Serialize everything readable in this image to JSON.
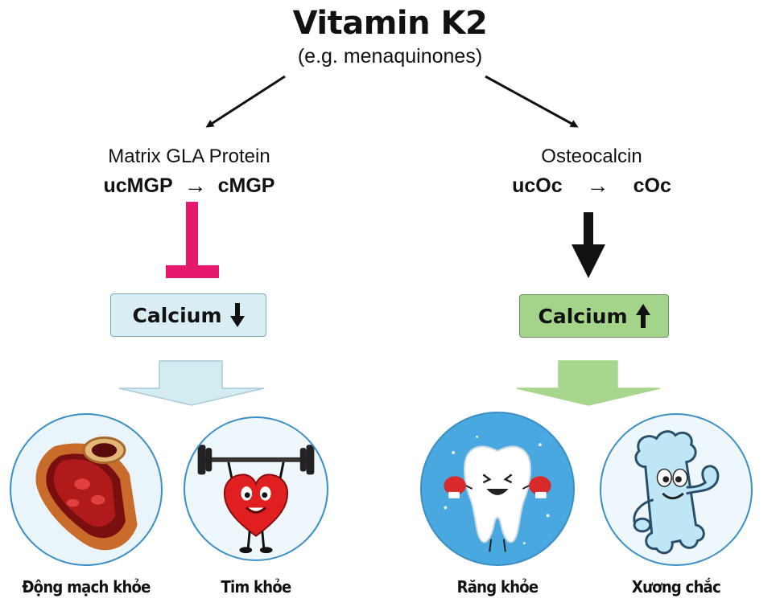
{
  "title": "Vitamin K2",
  "subtitle": "(e.g. menaquinones)",
  "left_branch": {
    "protein_name": "Matrix GLA Protein",
    "from": "ucMGP",
    "to": "cMGP",
    "effect": "inhibit",
    "calcium_label": "Calcium",
    "calcium_direction": "down",
    "inhibit_color": "#e5186e",
    "box_color": "#d9eef4",
    "outcomes": [
      {
        "icon": "artery-icon",
        "caption": "Động mạch khỏe"
      },
      {
        "icon": "heart-lifting-barbell-icon",
        "caption": "Tim khỏe"
      }
    ]
  },
  "right_branch": {
    "protein_name": "Osteocalcin",
    "from": "ucOc",
    "to": "cOc",
    "effect": "promote",
    "calcium_label": "Calcium",
    "calcium_direction": "up",
    "box_color": "#a3d489",
    "outcomes": [
      {
        "icon": "happy-tooth-icon",
        "caption": "Răng khỏe"
      },
      {
        "icon": "strong-bone-icon",
        "caption": "Xương chắc"
      }
    ]
  },
  "conversion_symbol": "→"
}
